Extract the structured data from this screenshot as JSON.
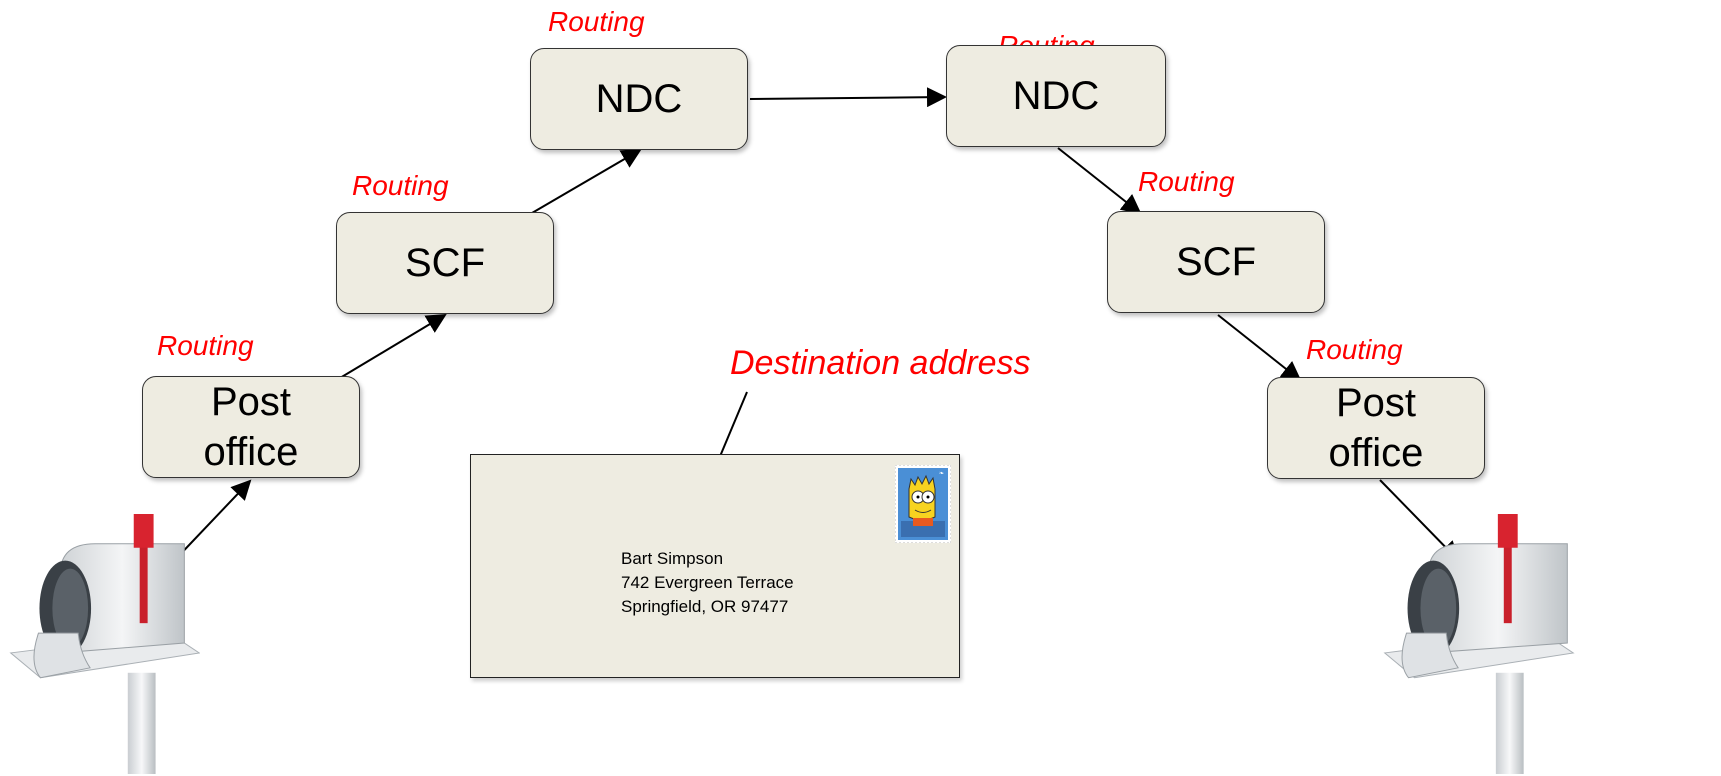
{
  "nodes": {
    "ndc_left": "NDC",
    "ndc_right": "NDC",
    "scf_left": "SCF",
    "scf_right": "SCF",
    "po_left": "Post\noffice",
    "po_right": "Post\noffice"
  },
  "routing_label": "Routing",
  "destination_label": "Destination address",
  "envelope": {
    "address_lines": [
      "Bart Simpson",
      "742 Evergreen Terrace",
      "Springfield, OR 97477"
    ]
  },
  "icons": {
    "mailbox_left": "mailbox-icon",
    "mailbox_right": "mailbox-icon",
    "stamp": "postage-stamp-icon"
  },
  "colors": {
    "node_fill": "#eeece1",
    "routing_text": "#ff0000",
    "arrow": "#000000"
  }
}
